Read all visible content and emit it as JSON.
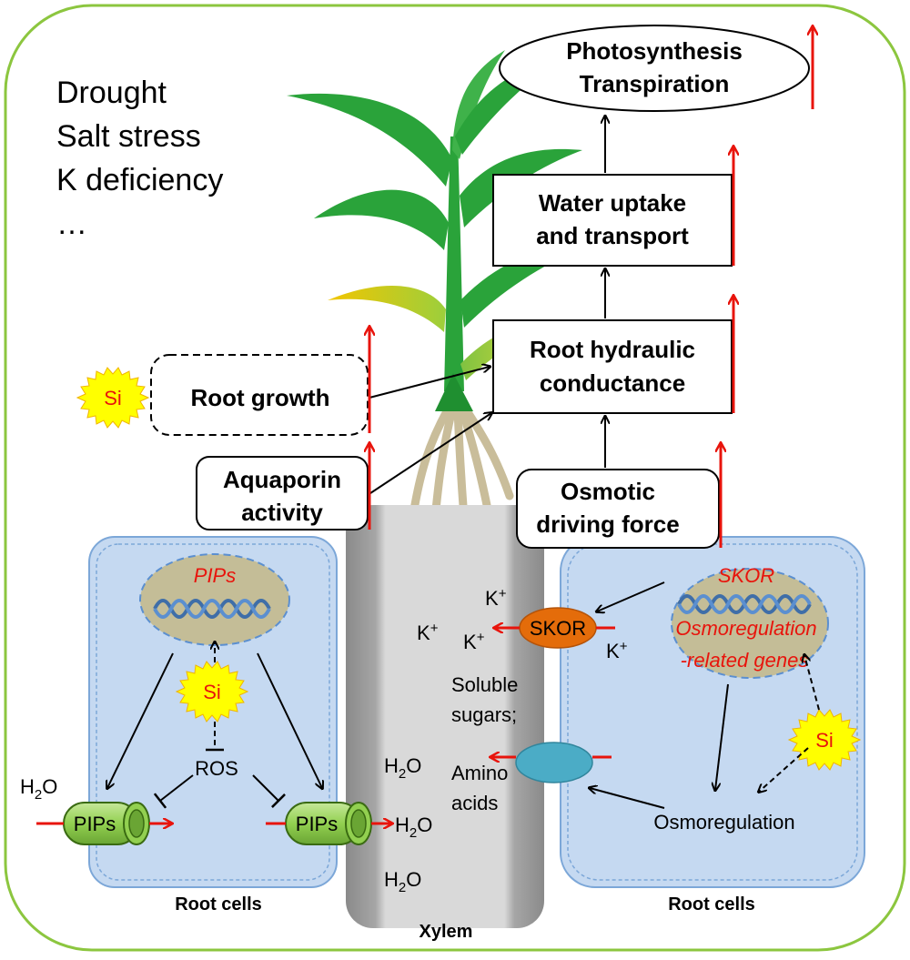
{
  "stresses": [
    "Drought",
    "Salt stress",
    "K deficiency",
    "…"
  ],
  "boxes": {
    "photosynthesis": [
      "Photosynthesis",
      "Transpiration"
    ],
    "water_uptake": [
      "Water uptake",
      "and transport"
    ],
    "root_hydraulic": [
      "Root hydraulic",
      "conductance"
    ],
    "root_growth": "Root growth",
    "aquaporin": [
      "Aquaporin",
      "activity"
    ],
    "osmotic": [
      "Osmotic",
      "driving force"
    ]
  },
  "si": "Si",
  "left_cell": {
    "nucleus_label": "PIPs",
    "ros": "ROS",
    "channel_label": "PIPs",
    "water": "H2O",
    "caption": "Root cells"
  },
  "xylem": {
    "k_ions": [
      "K",
      "K",
      "K"
    ],
    "k_charge": "+",
    "solutes": [
      "Soluble",
      "sugars;",
      "Amino",
      "acids"
    ],
    "water": [
      "H2O",
      "H2O",
      "H2O"
    ],
    "caption": "Xylem"
  },
  "right_cell": {
    "nucleus_labels": [
      "SKOR",
      "Osmoregulation",
      "-related genes"
    ],
    "skor_channel": "SKOR",
    "k_ion": "K",
    "osmoregulation": "Osmoregulation",
    "caption": "Root cells"
  },
  "colors": {
    "frame_border": "#8cc63f",
    "up_arrow": "#e8140c",
    "cell_fill": "#c5d9f1",
    "xylem_fill": "#d9d9d9",
    "nucleus_fill": "#c4bd97",
    "dna": "#3f6ea8",
    "channel_green": "#92d050",
    "skor_orange": "#e46c0a",
    "transporter_blue": "#4bacc6",
    "leaf_green": "#2aa33a",
    "si_sun": "#ffff00"
  }
}
